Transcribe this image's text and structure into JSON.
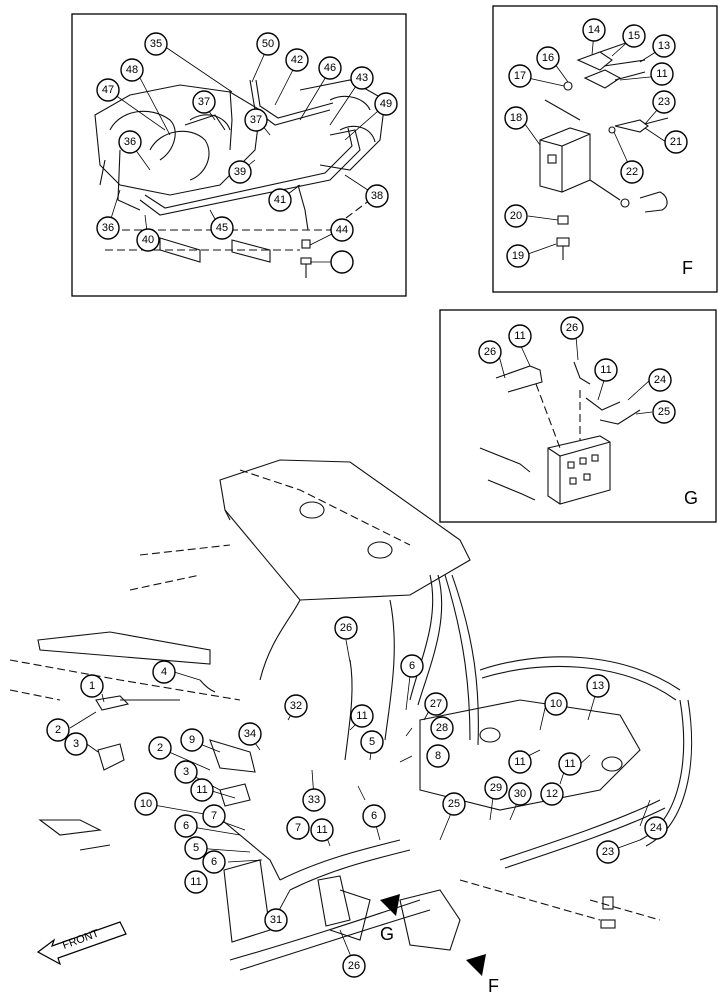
{
  "panels": {
    "inset_f_letter": "F",
    "inset_g_letter": "G"
  },
  "main_labels": {
    "front": "FRONT",
    "arrow_g": "G",
    "arrow_f": "F"
  },
  "callouts": {
    "top_left": [
      "35",
      "50",
      "42",
      "46",
      "43",
      "49",
      "48",
      "47",
      "37",
      "37",
      "36",
      "36",
      "39",
      "41",
      "38",
      "40",
      "45",
      "44"
    ],
    "inset_f": [
      "14",
      "15",
      "13",
      "16",
      "17",
      "11",
      "18",
      "23",
      "21",
      "22",
      "20",
      "19"
    ],
    "inset_g": [
      "11",
      "26",
      "26",
      "11",
      "24",
      "25"
    ],
    "main": [
      "26",
      "4",
      "1",
      "2",
      "3",
      "6",
      "27",
      "28",
      "32",
      "11",
      "8",
      "5",
      "10",
      "13",
      "34",
      "9",
      "2",
      "3",
      "11",
      "10",
      "6",
      "7",
      "5",
      "6",
      "11",
      "31",
      "33",
      "7",
      "11",
      "6",
      "25",
      "29",
      "30",
      "11",
      "12",
      "11",
      "24",
      "23",
      "26"
    ]
  }
}
